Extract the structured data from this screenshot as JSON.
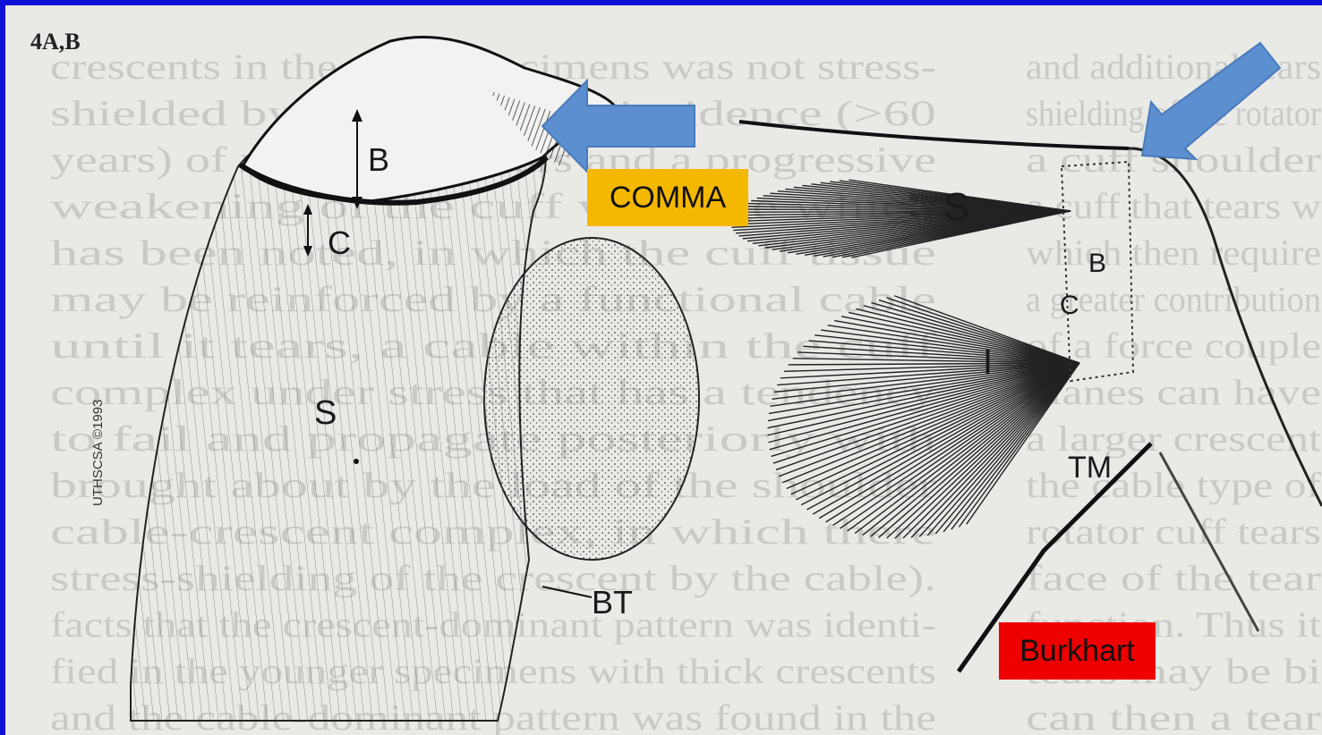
{
  "figure_number": "4A,B",
  "callouts": {
    "comma": "COMMA",
    "author": "Burkhart"
  },
  "labels_left": {
    "b": "B",
    "c": "C",
    "s": "S",
    "bt": "BT"
  },
  "labels_right": {
    "s": "S",
    "b": "B",
    "c": "C",
    "i": "I",
    "tm": "TM"
  },
  "side_caption": "UTHSCSA ©1993",
  "background_text": {
    "left_column": [
      "crescents in the older specimens was not stress-",
      "shielded by the cable. The incidence (>60",
      "years) of rotator cuff tears and a progressive",
      "weakening of the cuff with age which",
      "has been noted, in which the cuff tissue",
      "may be reinforced by a functional cable",
      "until it tears, a cable within the cuff",
      "complex under stress that has a tendency",
      "to fail and propagate posteriorly with",
      "brought about by the load of the shoulder",
      "cable-crescent complex, in which there",
      "stress-shielding of the crescent by the cable).",
      "facts that the crescent-dominant pattern was identi-",
      "fied in the younger specimens with thick crescents",
      "and the cable-dominant pattern was found in the"
    ],
    "right_column": [
      "and additional tears",
      "shielding of the rotator",
      "a cuff shoulder",
      "a cuff that tears w",
      "which then require",
      "a greater contribution",
      "of a force couple",
      "planes can have",
      "a larger crescent",
      "the cable type of",
      "rotator cuff tears",
      "face of the tear",
      "function. Thus it",
      "tears may be bi",
      "can then a tear"
    ]
  },
  "colors": {
    "frame": "#1010d8",
    "arrow": "#5b8fd0",
    "comma_bg": "#f5b800",
    "burkhart_bg": "#ee0000"
  }
}
